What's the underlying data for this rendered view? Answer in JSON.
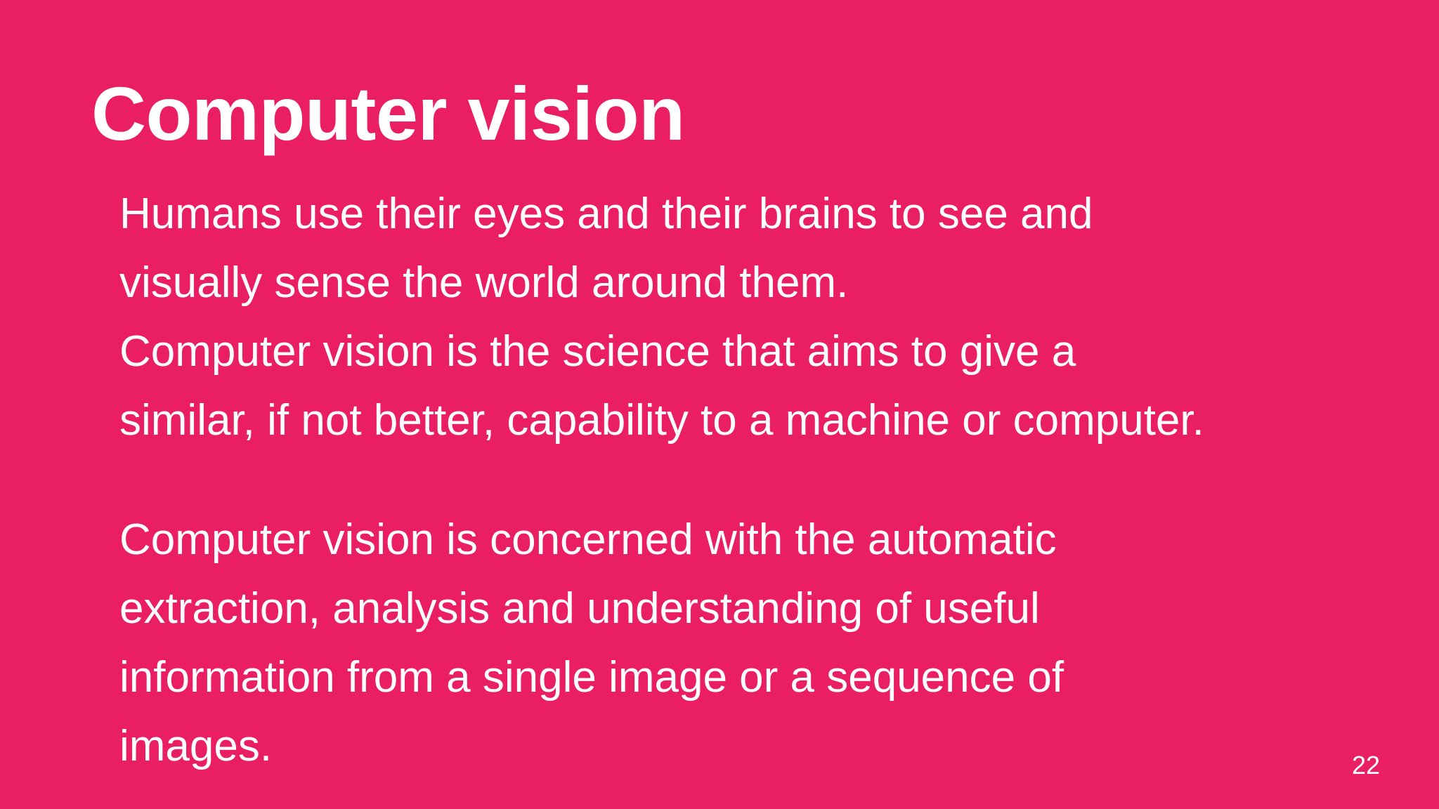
{
  "slide": {
    "background_color": "#E91E63",
    "text_color": "#FFFFFF",
    "title": "Computer vision",
    "paragraphs": [
      {
        "lines": [
          "Humans use their eyes and their brains to see and",
          "visually sense the world around them."
        ]
      },
      {
        "lines": [
          "Computer vision is the science that aims to give a",
          "similar, if not better, capability to a machine or computer."
        ]
      },
      {
        "lines": [
          "Computer vision is concerned with the automatic",
          "extraction, analysis and understanding of useful",
          "information from a single image or a sequence of",
          "images."
        ]
      }
    ],
    "page_number": "22"
  }
}
